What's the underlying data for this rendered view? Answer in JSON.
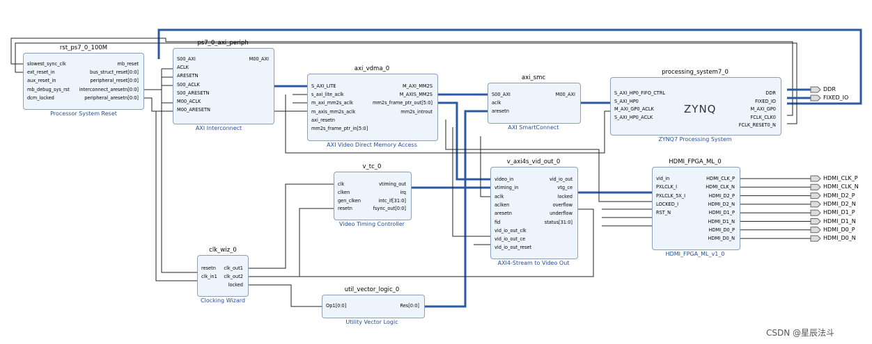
{
  "blocks": {
    "rst": {
      "instance": "rst_ps7_0_100M",
      "subtitle": "Processor System Reset",
      "inputs": [
        "slowest_sync_clk",
        "ext_reset_in",
        "aux_reset_in",
        "mb_debug_sys_rst",
        "dcm_locked"
      ],
      "outputs": [
        "mb_reset",
        "bus_struct_reset[0:0]",
        "peripheral_reset[0:0]",
        "interconnect_aresetn[0:0]",
        "peripheral_aresetn[0:0]"
      ]
    },
    "periph": {
      "instance": "ps7_0_axi_periph",
      "subtitle": "AXI Interconnect",
      "inputs": [
        "S00_AXI",
        "ACLK",
        "ARESETN",
        "S00_ACLK",
        "S00_ARESETN",
        "M00_ACLK",
        "M00_ARESETN"
      ],
      "outputs": [
        "M00_AXI"
      ]
    },
    "vdma": {
      "instance": "axi_vdma_0",
      "subtitle": "AXI Video Direct Memory Access",
      "inputs": [
        "S_AXI_LITE",
        "s_axi_lite_aclk",
        "m_axi_mm2s_aclk",
        "m_axis_mm2s_aclk",
        "axi_resetn",
        "mm2s_frame_ptr_in[5:0]"
      ],
      "outputs": [
        "M_AXI_MM2S",
        "M_AXIS_MM2S",
        "mm2s_frame_ptr_out[5:0]",
        "mm2s_introut"
      ]
    },
    "smc": {
      "instance": "axi_smc",
      "subtitle": "AXI SmartConnect",
      "inputs": [
        "S00_AXI",
        "aclk",
        "aresetn"
      ],
      "outputs": [
        "M00_AXI"
      ]
    },
    "ps7": {
      "instance": "processing_system7_0",
      "subtitle": "ZYNQ7 Processing System",
      "logo": "ZYNQ",
      "inputs": [
        "S_AXI_HP0_FIFO_CTRL",
        "S_AXI_HP0",
        "M_AXI_GP0_ACLK",
        "S_AXI_HP0_ACLK"
      ],
      "outputs": [
        "DDR",
        "FIXED_IO",
        "M_AXI_GP0",
        "FCLK_CLK0",
        "FCLK_RESET0_N"
      ]
    },
    "vtc": {
      "instance": "v_tc_0",
      "subtitle": "Video Timing Controller",
      "inputs": [
        "clk",
        "clken",
        "gen_clken",
        "resetn"
      ],
      "outputs": [
        "vtiming_out",
        "irq",
        "intc_if[31:0]",
        "fsync_out[0:0]"
      ]
    },
    "vout": {
      "instance": "v_axi4s_vid_out_0",
      "subtitle": "AXI4-Stream to Video Out",
      "inputs": [
        "video_in",
        "vtiming_in",
        "aclk",
        "aclken",
        "aresetn",
        "fid",
        "vid_io_out_clk",
        "vid_io_out_ce",
        "vid_io_out_reset"
      ],
      "outputs": [
        "vid_io_out",
        "vtg_ce",
        "locked",
        "overflow",
        "underflow",
        "status[31:0]"
      ]
    },
    "hdmi": {
      "instance": "HDMI_FPGA_ML_0",
      "subtitle": "HDMI_FPGA_ML_v1_0",
      "inputs": [
        "vid_in",
        "PXLCLK_I",
        "PXLCLK_5X_I",
        "LOCKED_I",
        "RST_N"
      ],
      "outputs": [
        "HDMI_CLK_P",
        "HDMI_CLK_N",
        "HDMI_D2_P",
        "HDMI_D2_N",
        "HDMI_D1_P",
        "HDMI_D1_N",
        "HDMI_D0_P",
        "HDMI_D0_N"
      ]
    },
    "clkwiz": {
      "instance": "clk_wiz_0",
      "subtitle": "Clocking Wizard",
      "inputs": [
        "resetn",
        "clk_in1"
      ],
      "outputs": [
        "clk_out1",
        "clk_out2",
        "locked"
      ]
    },
    "uvl": {
      "instance": "util_vector_logic_0",
      "subtitle": "Utility Vector Logic",
      "inputs": [
        "Op1[0:0]"
      ],
      "outputs": [
        "Res[0:0]"
      ]
    }
  },
  "external_ports": {
    "ps": [
      "DDR",
      "FIXED_IO"
    ],
    "hdmi": [
      "HDMI_CLK_P",
      "HDMI_CLK_N",
      "HDMI_D2_P",
      "HDMI_D2_N",
      "HDMI_D1_P",
      "HDMI_D1_N",
      "HDMI_D0_P",
      "HDMI_D0_N"
    ]
  },
  "watermark": "CSDN @星辰法斗",
  "colors": {
    "block_fill": "#eef4fb",
    "block_border": "#8aa0b8",
    "bus_wire": "#2b5aa3",
    "net_wire": "#222222",
    "subtitle": "#1f4f9a"
  }
}
